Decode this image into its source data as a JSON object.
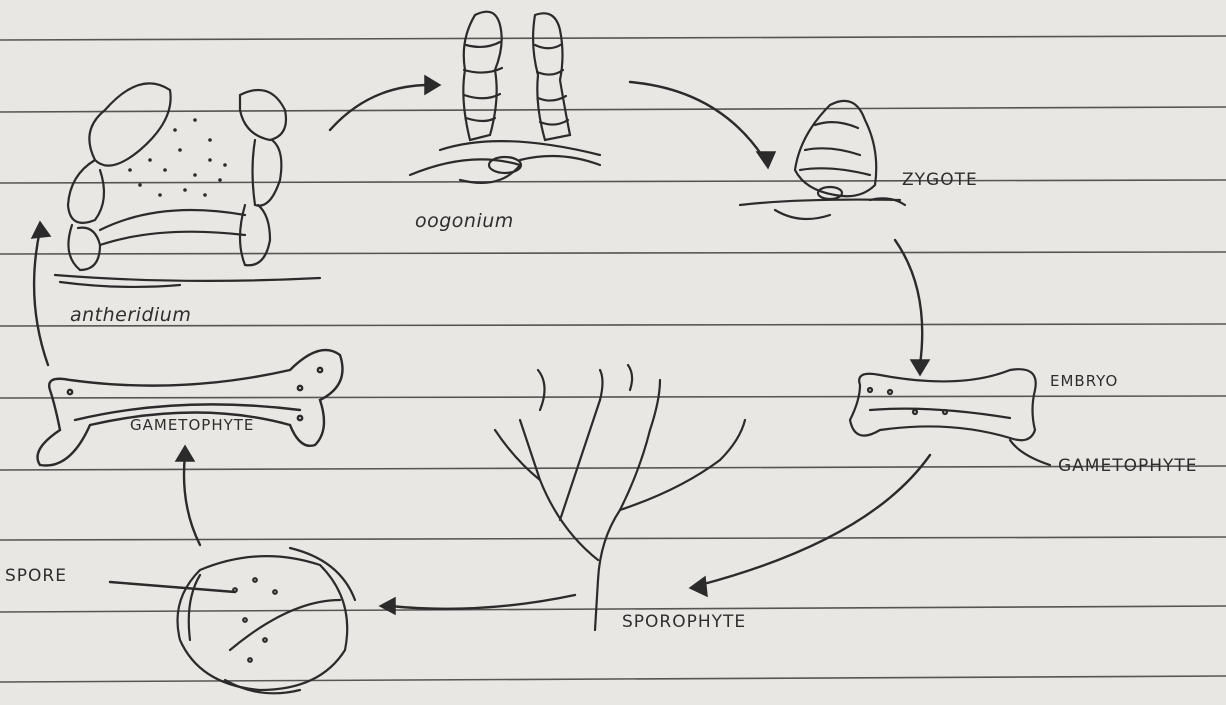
{
  "labels": {
    "antheridium": "antheridium",
    "oogonium": "oogonium",
    "zygote": "ZYGOTE",
    "embryo": "EMBRYO",
    "gametophyte_small": "GAMETOPHYTE",
    "gametophyte": "GAMETOPHYTE",
    "sporophyte": "SPOROPHYTE",
    "spore": "SPORE"
  },
  "colors": {
    "paper": "#e9e7e4",
    "ruled_line": "#3c3c3c",
    "ink": "#2b2b2b"
  }
}
